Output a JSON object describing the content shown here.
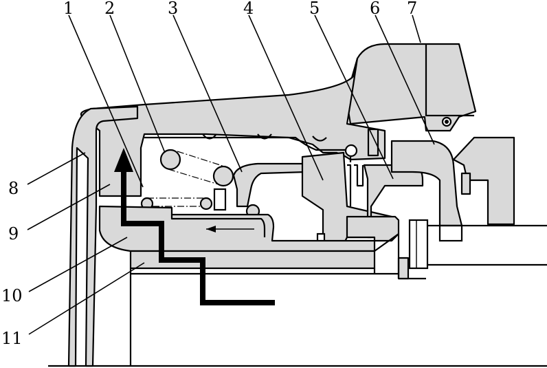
{
  "labels": [
    "1",
    "2",
    "3",
    "4",
    "5",
    "6",
    "7",
    "8",
    "9",
    "10",
    "11"
  ],
  "colors": {
    "part_fill": "#d9d9d9",
    "stroke": "#000000",
    "background": "#ffffff"
  }
}
